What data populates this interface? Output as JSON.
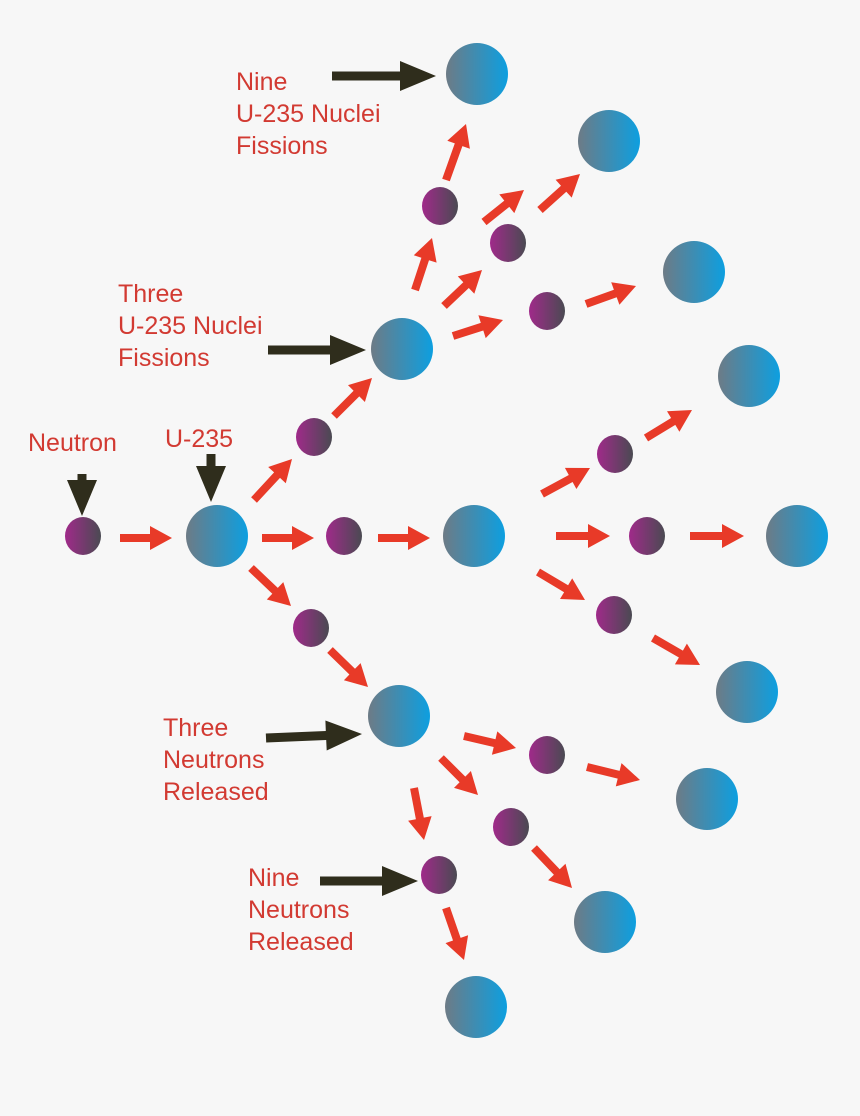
{
  "colors": {
    "background": "#f7f7f7",
    "label_text": "#d23a32",
    "neutron_arrow": "#e83a28",
    "pointer_arrow": "#2f2d1c",
    "nucleus_gradient": [
      "#6d7b86",
      "#0d9fe0"
    ],
    "neutron_gradient": [
      "#a02a8a",
      "#4a4a52"
    ]
  },
  "labels": {
    "neutron": "Neutron",
    "u235": "U-235",
    "nine_fissions": [
      "Nine",
      "U-235 Nuclei",
      "Fissions"
    ],
    "three_fissions": [
      "Three",
      "U-235 Nuclei",
      "Fissions"
    ],
    "three_neutrons": [
      "Three",
      "Neutrons",
      "Released"
    ],
    "nine_neutrons": [
      "Nine",
      "Neutrons",
      "Released"
    ]
  },
  "chain_reaction": {
    "stages": [
      {
        "stage": 0,
        "neutrons": 1
      },
      {
        "stage": 1,
        "nuclei": 1,
        "neutrons_released": 3
      },
      {
        "stage": 2,
        "nuclei": 3,
        "neutrons_released": 9
      },
      {
        "stage": 3,
        "nuclei": 9
      }
    ]
  }
}
